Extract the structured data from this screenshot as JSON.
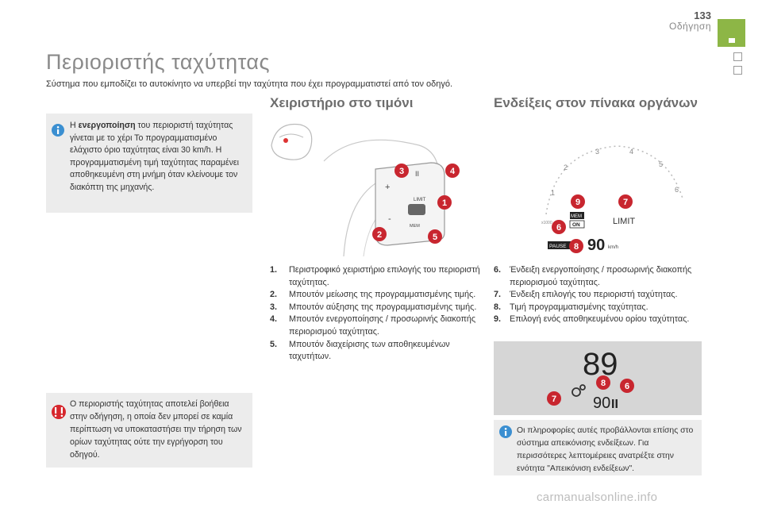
{
  "header": {
    "page_number": "133",
    "chapter": "Οδήγηση"
  },
  "page": {
    "title": "Περιοριστής ταχύτητας",
    "subtitle": "Σύστημα που εμποδίζει το αυτοκίνητο να υπερβεί την ταχύτητα που έχει προγραμματιστεί από τον οδηγό."
  },
  "info_box": {
    "icon": "info-icon",
    "prefix": "Η ",
    "bold": "ενεργοποίηση",
    "text": " του περιοριστή ταχύτητας γίνεται με το χέρι Το προγραμματισμένο ελάχιστο όριο ταχύτητας είναι 30 km/h. Η προγραμματισμένη τιμή ταχύτητας παραμένει αποθηκευμένη στη μνήμη όταν κλείνουμε τον διακόπτη της μηχανής."
  },
  "warning_box": {
    "icon": "warning-icon",
    "text": "Ο περιοριστής ταχύτητας αποτελεί βοήθεια στην οδήγηση, η οποία δεν μπορεί σε καμία περίπτωση να υποκαταστήσει την τήρηση των ορίων ταχύτητας ούτε την εγρήγορση του οδηγού."
  },
  "section_wheel": {
    "heading": "Χειριστήριο στο τιμόνι",
    "callouts": [
      "1",
      "2",
      "3",
      "4",
      "5"
    ],
    "button_labels": {
      "limit": "LIMIT",
      "mem": "MEM",
      "plus": "+",
      "minus": "-",
      "pause": "II"
    },
    "items": [
      {
        "num": "1.",
        "text": "Περιστροφικό χειριστήριο επιλογής του περιοριστή ταχύτητας."
      },
      {
        "num": "2.",
        "text": "Μπουτόν μείωσης της προγραμματισμένης τιμής."
      },
      {
        "num": "3.",
        "text": "Μπουτόν αύξησης της προγραμματισμένης τιμής."
      },
      {
        "num": "4.",
        "text": "Μπουτόν ενεργοποίησης / προσωρινής διακοπής περιορισμού ταχύτητας."
      },
      {
        "num": "5.",
        "text": "Μπουτόν διαχείρισης των αποθηκευμένων ταχυτήτων."
      }
    ]
  },
  "section_cluster": {
    "heading": "Ενδείξεις στον πίνακα οργάνων",
    "callouts": [
      "6",
      "7",
      "8",
      "9"
    ],
    "cluster_labels": {
      "mem": "MEM",
      "on": "ON",
      "limit": "LIMIT",
      "pause": "PAUSE",
      "speed": "90",
      "unit": "km/h",
      "ticks": [
        "1",
        "2",
        "3",
        "4",
        "5",
        "6"
      ],
      "scale_label": "x1000"
    },
    "items": [
      {
        "num": "6.",
        "text": "Ένδειξη ενεργοποίησης / προσωρινής διακοπής περιορισμού ταχύτητας."
      },
      {
        "num": "7.",
        "text": "Ένδειξη επιλογής του περιοριστή ταχύτητας."
      },
      {
        "num": "8.",
        "text": "Τιμή προγραμματισμένης ταχύτητας."
      },
      {
        "num": "9.",
        "text": "Επιλογή ενός αποθηκευμένου ορίου ταχύτητας."
      }
    ]
  },
  "dash_display": {
    "speed": "89",
    "limit_value": "90",
    "pause_symbol": "II",
    "callouts": [
      "6",
      "7",
      "8"
    ]
  },
  "info_box_2": {
    "icon": "info-icon",
    "text": "Οι πληροφορίες αυτές προβάλλονται επίσης στο σύστημα απεικόνισης ενδείξεων. Για περισσότερες λεπτομέρειες ανατρέξτε στην ενότητα \"Απεικόνιση ενδείξεων\"."
  },
  "footer": {
    "watermark": "carmanualsonline.info"
  },
  "colors": {
    "accent_green": "#8db646",
    "callout_red": "#c8262f",
    "info_blue": "#3b8fd1",
    "warning_red": "#d6262c",
    "box_grey": "#ececec"
  }
}
